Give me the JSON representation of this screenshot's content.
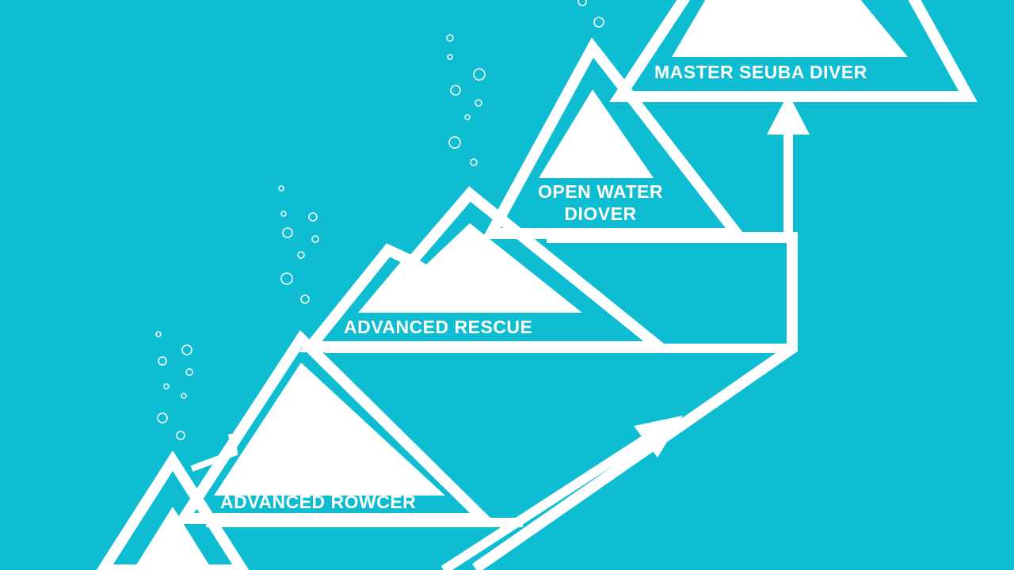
{
  "background_color": "#0ebdd2",
  "line_color": "#ffffff",
  "steps": [
    {
      "label_lines": [
        "ADVANCED ROWCER"
      ]
    },
    {
      "label_lines": [
        "ADVANCED RESCUE"
      ]
    },
    {
      "label_lines": [
        "OPEN WATER",
        "DIOVER"
      ]
    },
    {
      "label_lines": [
        "MASTER SEUBA DIVER"
      ]
    }
  ],
  "icons": [
    "up-arrow-icon",
    "diagonal-arrow-icon",
    "bubble-icon"
  ]
}
